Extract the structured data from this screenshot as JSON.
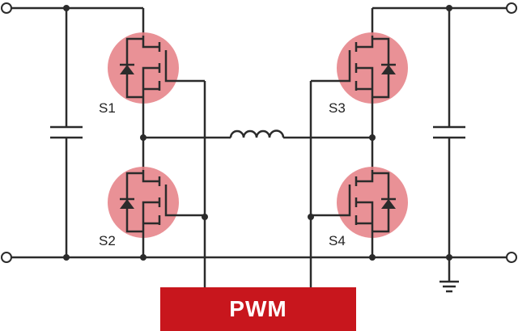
{
  "switches": [
    {
      "label": "S1"
    },
    {
      "label": "S2"
    },
    {
      "label": "S3"
    },
    {
      "label": "S4"
    }
  ],
  "pwm_label": "PWM",
  "colors": {
    "highlight": "#e57e84",
    "pwm": "#c8161d",
    "wire": "#2b2b2b"
  }
}
